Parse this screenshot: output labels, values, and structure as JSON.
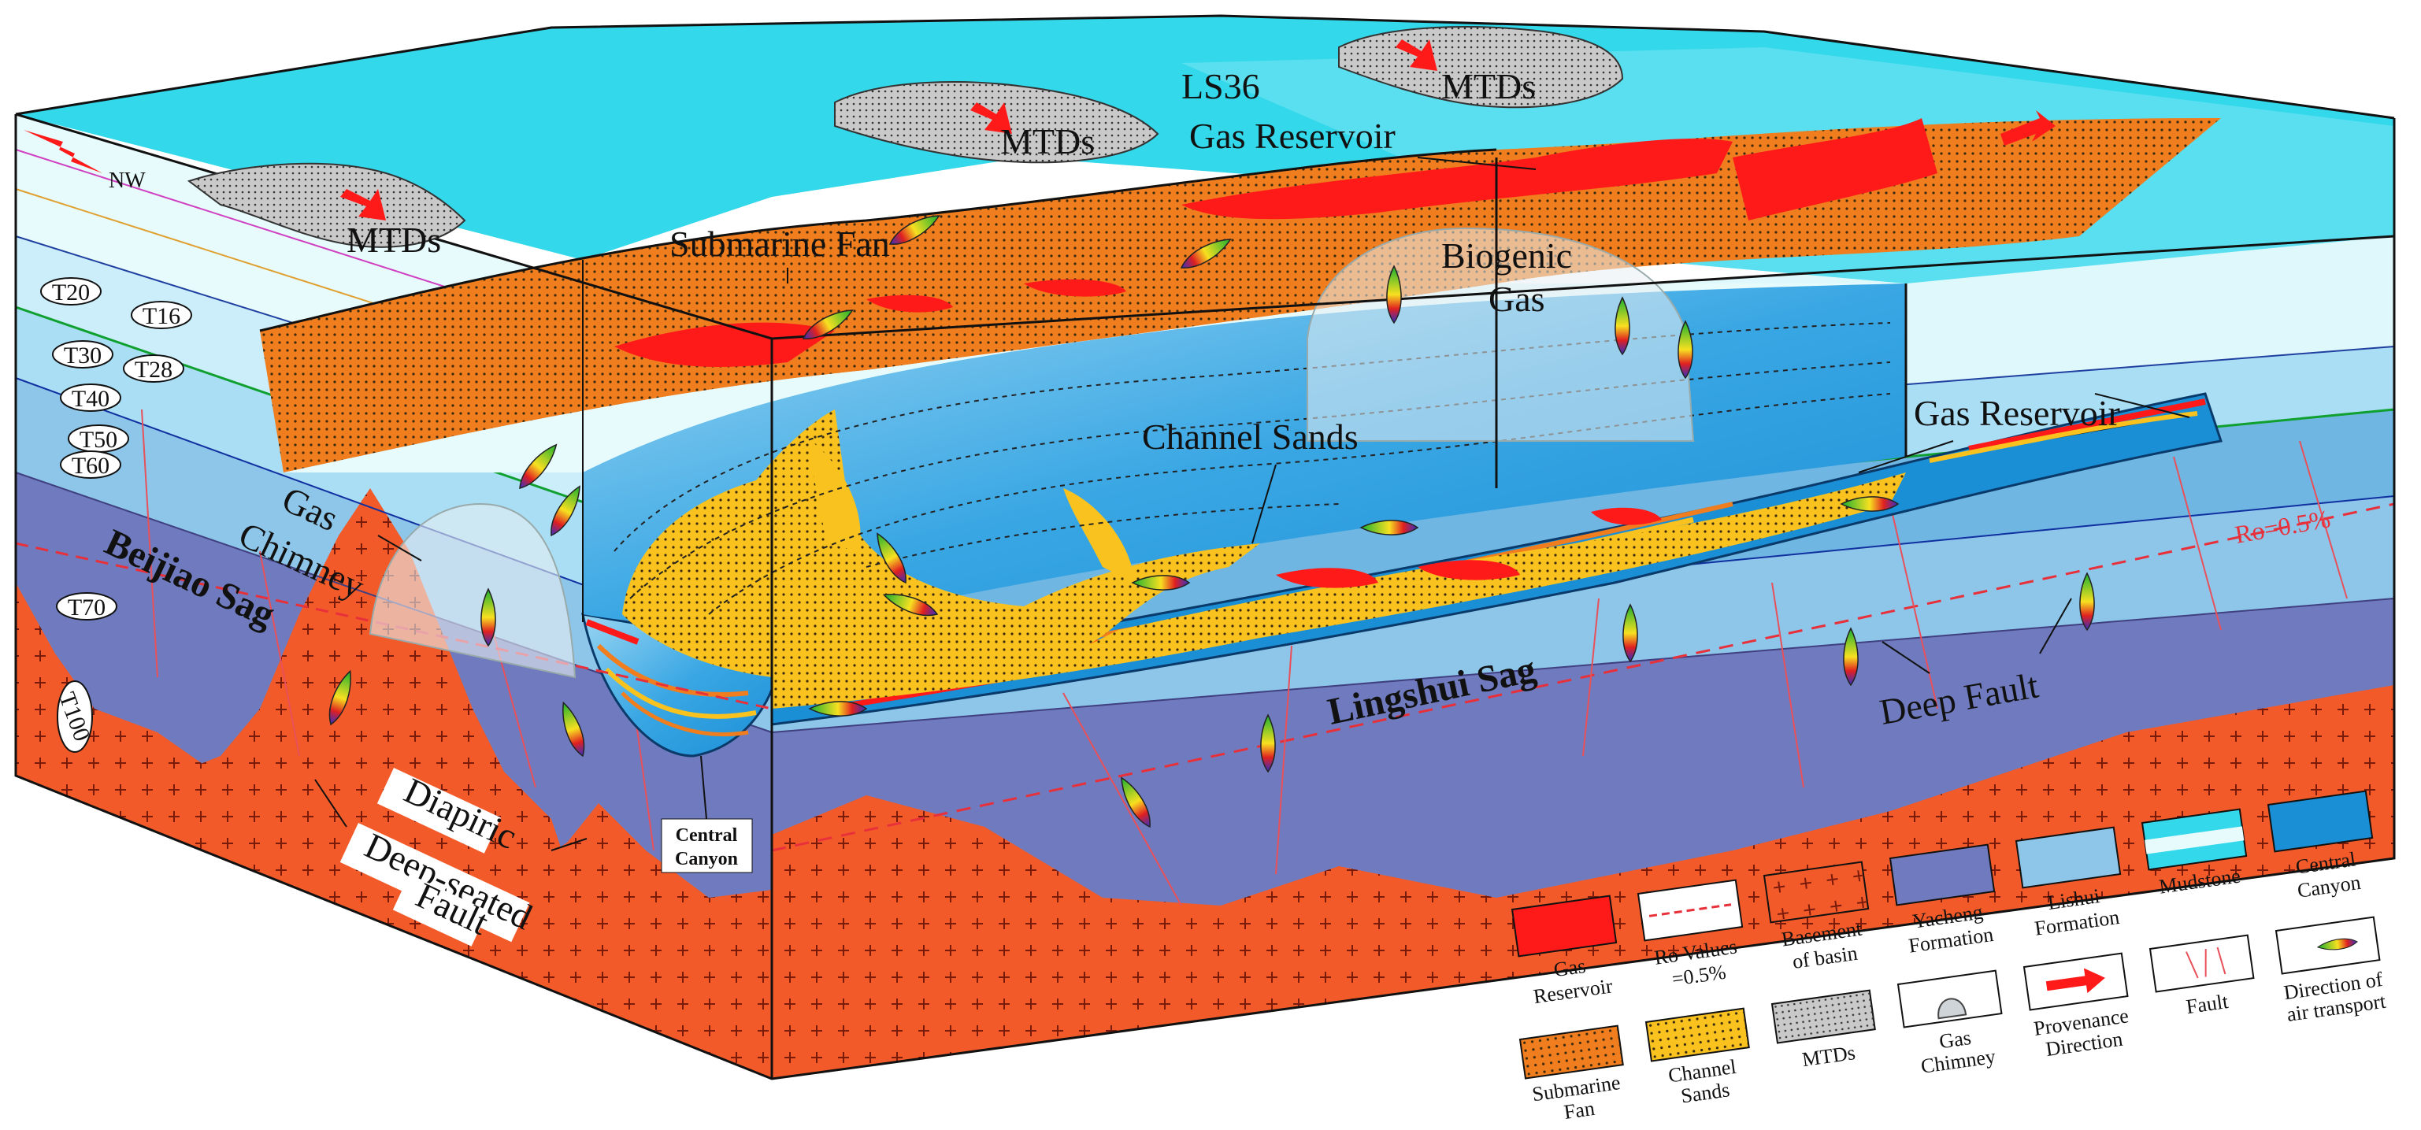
{
  "labels": {
    "nw": "NW",
    "mtds_1": "MTDs",
    "mtds_2": "MTDs",
    "mtds_3": "MTDs",
    "ls36_line1": "LS36",
    "ls36_line2": "Gas Reservoir",
    "submarine_fan": "Submarine Fan",
    "biogenic_line1": "Biogenic",
    "biogenic_line2": "Gas",
    "channel_sands": "Channel Sands",
    "gas_reservoir": "Gas Reservoir",
    "gas_chimney_line1": "Gas",
    "gas_chimney_line2": "Chimney",
    "beijiao_sag": "Beijiao Sag",
    "lingshui_sag": "Lingshui Sag",
    "deep_fault": "Deep Fault",
    "ro_value": "Ro=0.5%",
    "diapiric": "Diapiric",
    "deep_seated_line1": "Deep-seated",
    "deep_seated_line2": "Fault",
    "central_canyon_line1": "Central",
    "central_canyon_line2": "Canyon"
  },
  "horizons": [
    "T20",
    "T16",
    "T30",
    "T28",
    "T40",
    "T50",
    "T60",
    "T70",
    "T100"
  ],
  "legend": {
    "gas_reservoir": [
      "Gas",
      "Reservoir"
    ],
    "ro_values": [
      "Ro Values",
      "=0.5%"
    ],
    "basement": [
      "Basement",
      "of basin"
    ],
    "yacheng": [
      "Yacheng",
      "Formation"
    ],
    "lishui": [
      "Lishui",
      "Formation"
    ],
    "mudstone": [
      "Mudstone"
    ],
    "central_canyon": [
      "Central",
      "Canyon"
    ],
    "submarine_fan": [
      "Submarine",
      "Fan"
    ],
    "channel_sands": [
      "Channel",
      "Sands"
    ],
    "mtds": [
      "MTDs"
    ],
    "gas_chimney": [
      "Gas",
      "Chimney"
    ],
    "provenance": [
      "Provenance",
      "Direction"
    ],
    "fault": [
      "Fault"
    ],
    "air_transport": [
      "Direction of",
      "air transport"
    ]
  },
  "colors": {
    "gas_reservoir": "#ff1a1a",
    "submarine_fan": "#f07d1e",
    "channel_sands": "#f9c21e",
    "basement": "#f25a2a",
    "yacheng": "#6f7bbe",
    "lishui": "#8ec6ea",
    "mudstone": "#bff3f7",
    "central_canyon": "#1b8fd6",
    "sea_surface": "#33d8ea",
    "mtds": "#c9c9c9",
    "fault": "#e8505a",
    "ro_line": "#e8303a"
  }
}
